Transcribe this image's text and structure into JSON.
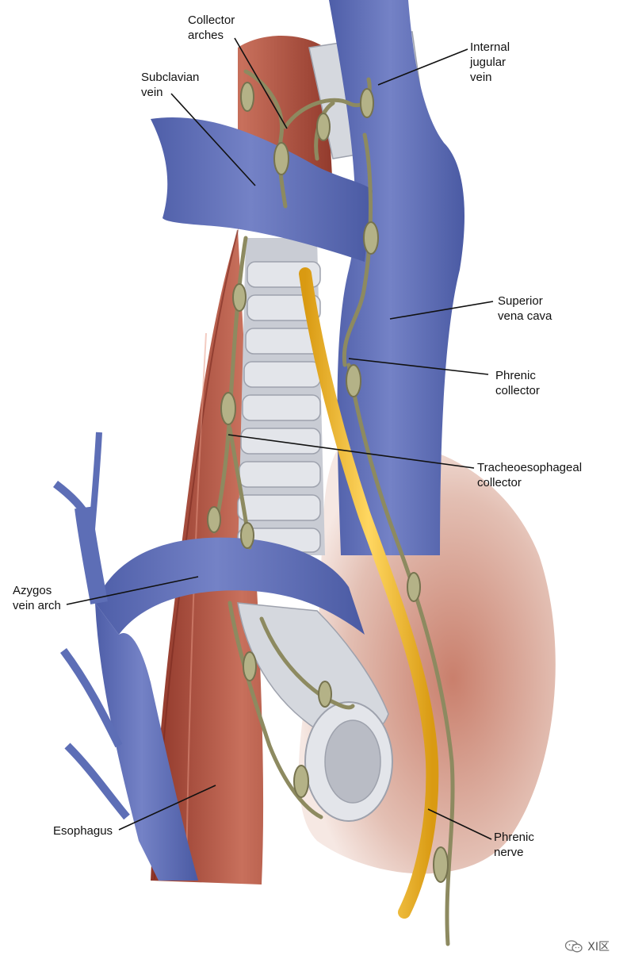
{
  "labels": {
    "collector_arches": [
      "Collector",
      "arches"
    ],
    "subclavian_vein": [
      "Subclavian",
      "vein"
    ],
    "internal_jugular_vein": [
      "Internal",
      "jugular",
      "vein"
    ],
    "superior_vena_cava": [
      "Superior",
      "vena cava"
    ],
    "phrenic_collector": [
      "Phrenic",
      "collector"
    ],
    "tracheoesophageal_collector": [
      "Tracheoesophageal",
      "collector"
    ],
    "azygos_vein_arch": [
      "Azygos",
      "vein arch"
    ],
    "esophagus": [
      "Esophagus"
    ],
    "phrenic_nerve": [
      "Phrenic",
      "nerve"
    ]
  },
  "watermark": {
    "text": "XI区",
    "icon": "wechat-icon"
  },
  "colors": {
    "vein": "#5d6eb6",
    "vein_highlight": "#8a98d3",
    "muscle": "#b0513f",
    "trachea": "#d3d6dd",
    "nerve": "#f1bb2a",
    "lymph": "#a9a77c",
    "tissue": "#dcb1a4"
  }
}
